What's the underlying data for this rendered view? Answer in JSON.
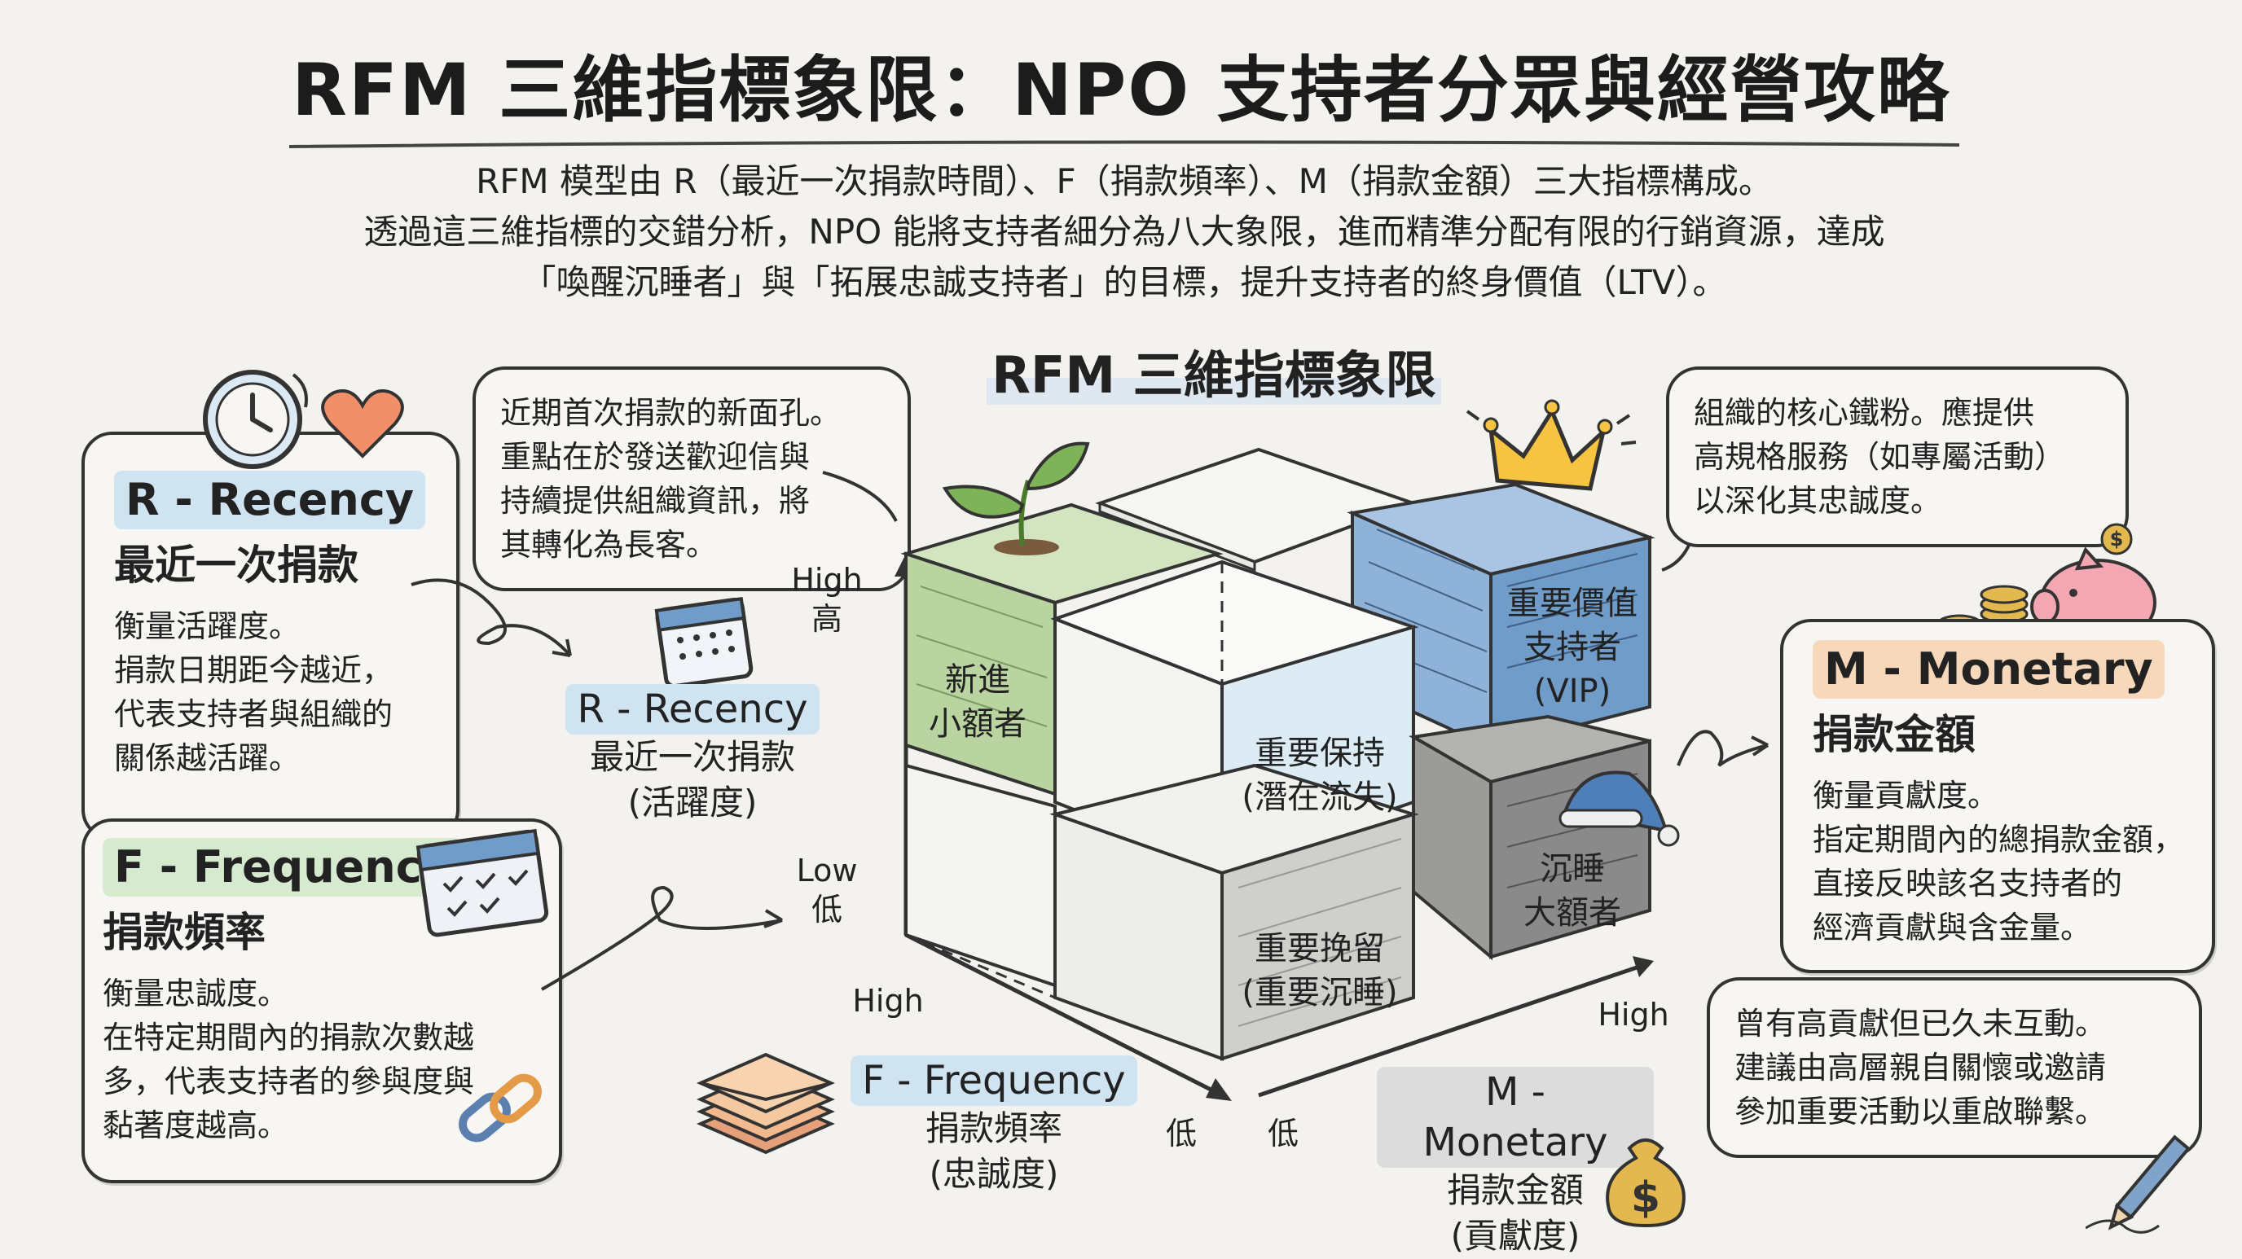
{
  "title": "RFM 三維指標象限：NPO 支持者分眾與經營攻略",
  "intro": [
    "RFM 模型由 R（最近一次捐款時間）、F（捐款頻率）、M（捐款金額）三大指標構成。",
    "透過這三維指標的交錯分析，NPO 能將支持者細分為八大象限，進而精準分配有限的行銷資源，達成",
    "「喚醒沉睡者」與「拓展忠誠支持者」的目標，提升支持者的終身價值（LTV）。"
  ],
  "diagram_title": "RFM 三維指標象限",
  "cards": {
    "r": {
      "heading": "R - Recency",
      "sub": "最近一次捐款",
      "body": [
        "衡量活躍度。",
        "捐款日期距今越近，",
        "代表支持者與組織的",
        "關係越活躍。"
      ]
    },
    "f": {
      "heading": "F - Frequency",
      "sub": "捐款頻率",
      "body": [
        "衡量忠誠度。",
        "在特定期間內的捐款次數越",
        "多，代表支持者的參與度與",
        "黏著度越高。"
      ]
    },
    "m": {
      "heading": "M - Monetary",
      "sub": "捐款金額",
      "body": [
        "衡量貢獻度。",
        "指定期間內的總捐款金額，",
        "直接反映該名支持者的",
        "經濟貢獻與含金量。"
      ]
    }
  },
  "bubbles": {
    "new": [
      "近期首次捐款的新面孔。",
      "重點在於發送歡迎信與",
      "持續提供組織資訊，將",
      "其轉化為長客。"
    ],
    "vip": [
      "組織的核心鐵粉。應提供",
      "高規格服務（如專屬活動）",
      "以深化其忠誠度。"
    ],
    "sleep": [
      "曾有高貢獻但已久未互動。",
      "建議由高層親自關懷或邀請",
      "參加重要活動以重啟聯繫。"
    ]
  },
  "axes": {
    "r": {
      "heading": "R - Recency",
      "line1": "最近一次捐款",
      "line2": "(活躍度)",
      "high_en": "High",
      "high_zh": "高",
      "low_en": "Low",
      "low_zh": "低"
    },
    "f": {
      "heading": "F - Frequency",
      "line1": "捐款頻率",
      "line2": "(忠誠度)",
      "high": "High",
      "low": "低"
    },
    "m": {
      "heading": "M - Monetary",
      "line1": "捐款金額",
      "line2": "(貢獻度)",
      "high": "High",
      "low": "低"
    }
  },
  "quadrants": {
    "new_small": [
      "新進",
      "小額者"
    ],
    "vip": [
      "重要價值",
      "支持者",
      "(VIP)"
    ],
    "keep": [
      "重要保持",
      "(潛在流失)"
    ],
    "retain": [
      "重要挽留",
      "(重要沉睡)"
    ],
    "sleep_big": [
      "沉睡",
      "大額者"
    ]
  },
  "icons": {
    "clock": "clock-icon",
    "heart": "heart-icon",
    "calendar": "calendar-icon",
    "checklist": "checklist-calendar-icon",
    "chain": "chain-link-icon",
    "envelope": "envelope-stack-icon",
    "sprout": "sprout-icon",
    "crown": "crown-icon",
    "coins": "coins-icon",
    "piggy": "piggy-bank-icon",
    "moneybag": "money-bag-icon",
    "nightcap": "sleep-cap-icon",
    "pencil": "pencil-icon",
    "dollar_sign": "$"
  },
  "colors": {
    "recency": "#cfe3f1",
    "frequency": "#d6ead0",
    "monetary": "#f8d8bb",
    "vip_cube": "#6f9cc9",
    "new_cube": "#b9d3a1",
    "sleep_cube": "#8a8a8a"
  }
}
